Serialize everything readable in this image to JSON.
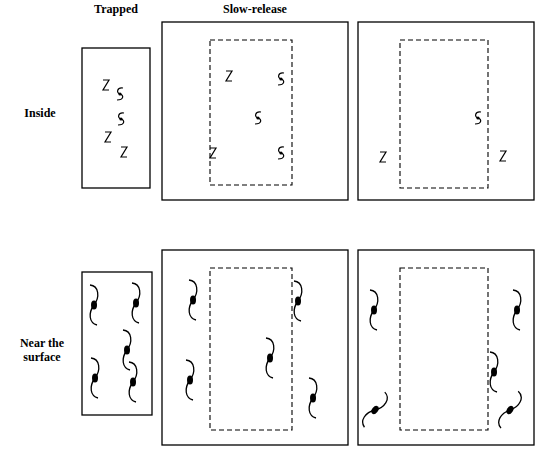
{
  "diagram": {
    "labels": [
      "Trapped",
      "Slow-release",
      "Inside",
      "Near the surface"
    ]
  }
}
